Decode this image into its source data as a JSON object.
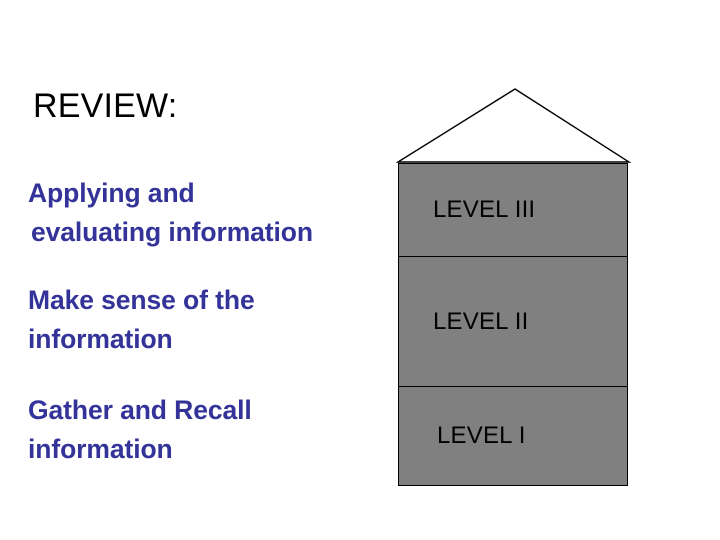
{
  "slide": {
    "title": "REVIEW:",
    "background_color": "#ffffff"
  },
  "colors": {
    "title_text": "#000000",
    "description_text": "#333399",
    "level_fill": "#808080",
    "level_outline": "#000000",
    "level_label_text": "#000000"
  },
  "descriptions": [
    {
      "id": "level-3",
      "line1": "Applying and",
      "line2": "evaluating information"
    },
    {
      "id": "level-2",
      "line1": "Make sense of the",
      "line2": "information"
    },
    {
      "id": "level-1",
      "line1": "Gather and Recall",
      "line2": "information"
    }
  ],
  "diagram": {
    "shape": "house-pyramid",
    "roof_icon": "triangle-roof-icon",
    "levels": [
      {
        "id": "level-3",
        "label": "LEVEL III"
      },
      {
        "id": "level-2",
        "label": "LEVEL II"
      },
      {
        "id": "level-1",
        "label": "LEVEL I"
      }
    ]
  }
}
